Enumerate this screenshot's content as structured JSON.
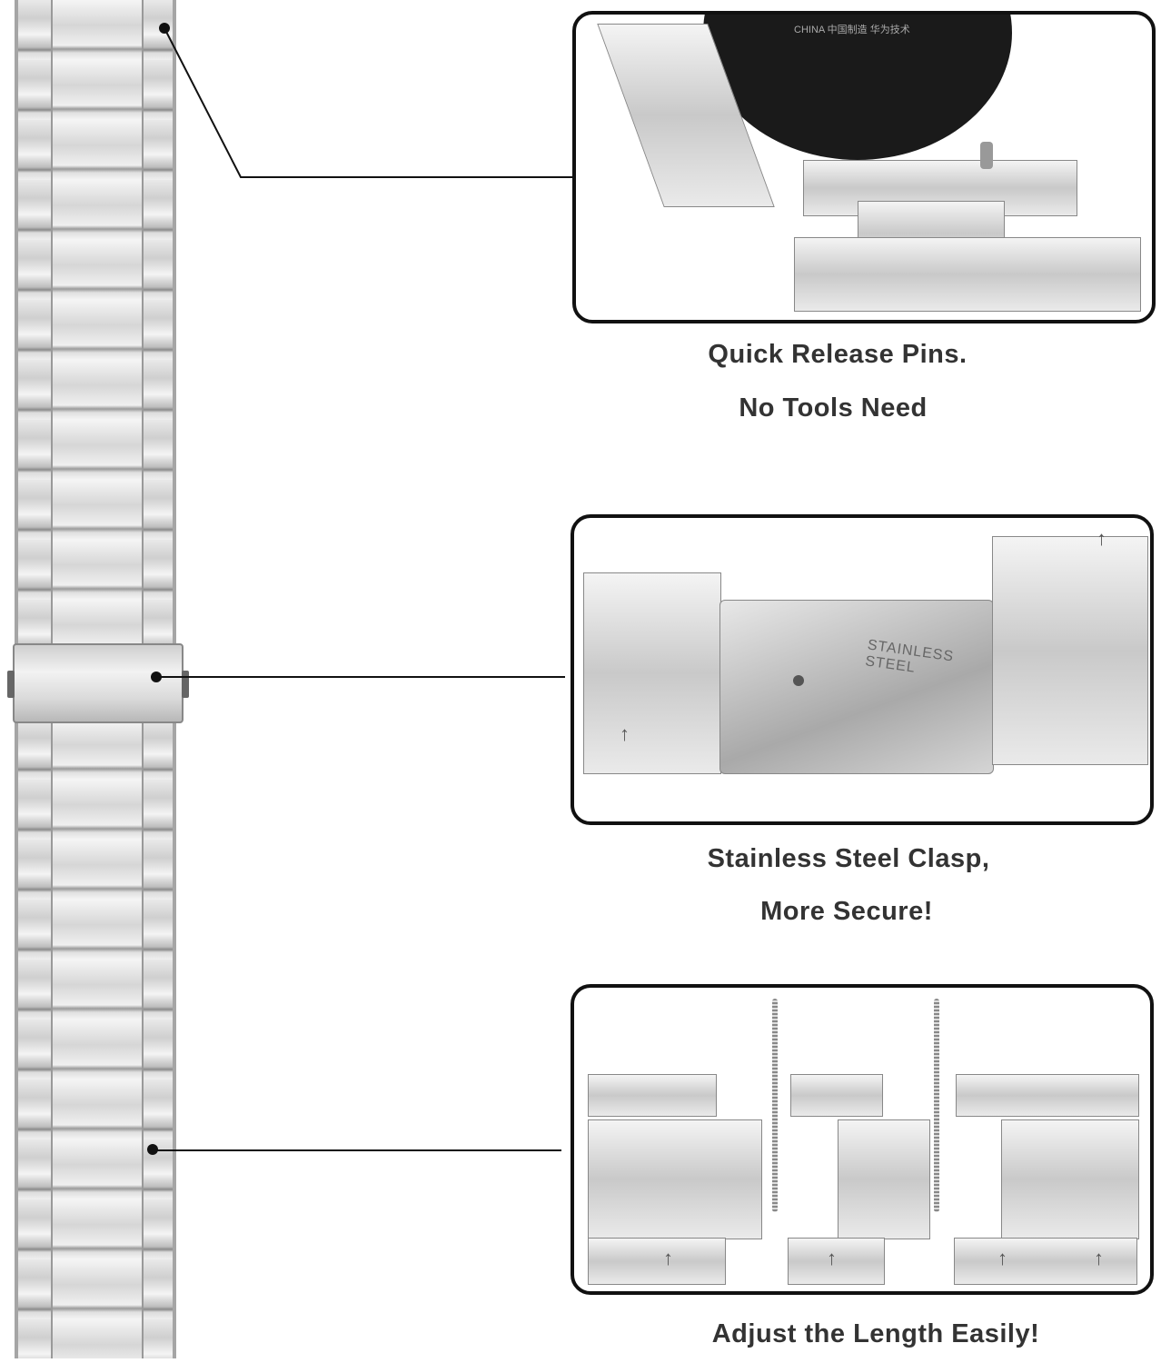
{
  "callouts": [
    {
      "title": "Quick Release Pins.",
      "subtitle": "No Tools Need"
    },
    {
      "title": "Stainless Steel Clasp,",
      "subtitle": "More Secure!"
    },
    {
      "title": "Adjust the Length Easily!"
    }
  ],
  "engravings": {
    "watch_back": "CHINA 中国制造 华为技术",
    "clasp": "STAINLESS STEEL"
  },
  "icons": {
    "link_arrow": "↑"
  }
}
